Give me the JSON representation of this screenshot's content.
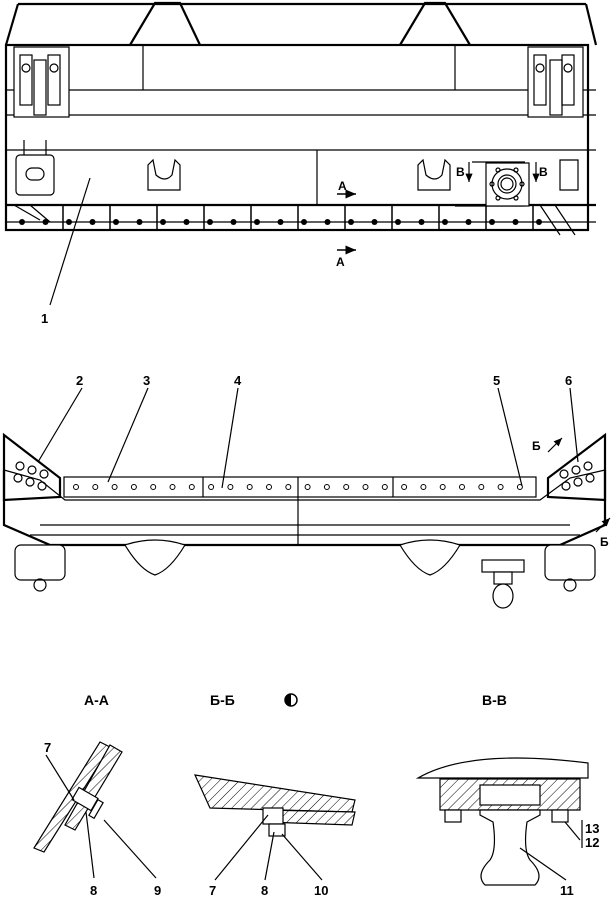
{
  "drawing": {
    "top_view": {
      "callout_1": "1",
      "section_marker_a_top": "А",
      "section_marker_a_bottom": "А",
      "section_marker_v_left": "В",
      "section_marker_v_right": "В"
    },
    "front_view": {
      "callouts": [
        "2",
        "3",
        "4",
        "5",
        "6"
      ],
      "section_marker_b_upper": "Б",
      "section_marker_b_lower": "Б"
    },
    "sections": {
      "aa": {
        "title": "А-А",
        "callouts": [
          "7",
          "8",
          "9"
        ]
      },
      "bb": {
        "title": "Б-Б",
        "rotated_icon": "rotate-icon",
        "callouts": [
          "7",
          "8",
          "10"
        ]
      },
      "vv": {
        "title": "В-В",
        "callouts": [
          "11",
          "13",
          "12"
        ]
      }
    }
  }
}
